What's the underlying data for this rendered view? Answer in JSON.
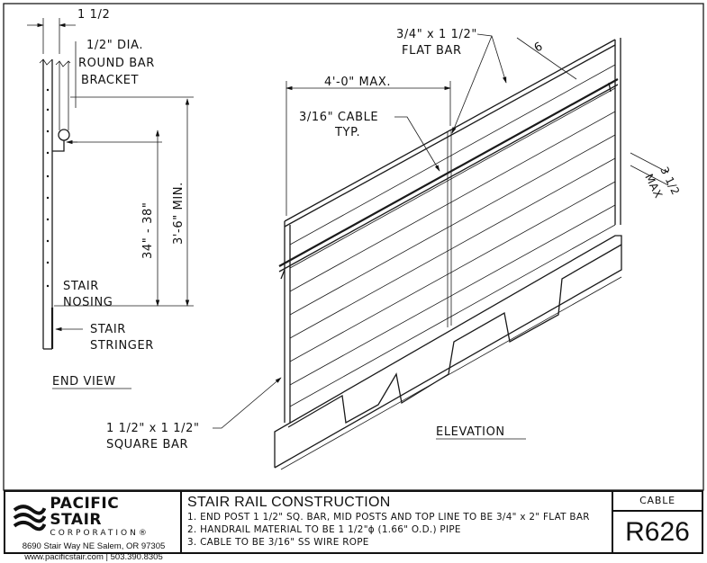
{
  "end_view": {
    "dim_top": "1 1/2",
    "bracket_label_1": "1/2\" DIA.",
    "bracket_label_2": "ROUND BAR",
    "bracket_label_3": "BRACKET",
    "dim_height_handrail": "34\" - 38\"",
    "dim_height_rail": "3'-6\" MIN.",
    "nosing_label_1": "STAIR",
    "nosing_label_2": "NOSING",
    "stringer_label_1": "STAIR",
    "stringer_label_2": "STRINGER",
    "view_title": "END VIEW"
  },
  "elevation": {
    "flat_bar_label_1": "3/4\" x 1 1/2\"",
    "flat_bar_label_2": "FLAT BAR",
    "dim_max_spacing": "4'-0\" MAX.",
    "cable_label_1": "3/16\" CABLE",
    "cable_label_2": "TYP.",
    "dim_cable_spacing_1": "3 1/2",
    "dim_cable_spacing_2": "MAX",
    "dim_small": "6",
    "square_bar_label_1": "1 1/2\" x 1 1/2\"",
    "square_bar_label_2": "SQUARE BAR",
    "view_title": "ELEVATION"
  },
  "title_block": {
    "company_name": "PACIFIC STAIR",
    "company_sub": "CORPORATION®",
    "address": "8690 Stair Way NE Salem, OR 97305",
    "contact": "www.pacificstair.com | 503.390.8305",
    "title": "STAIR RAIL CONSTRUCTION",
    "notes": [
      "1.  END POST 1 1/2\" SQ. BAR, MID POSTS AND TOP LINE TO BE 3/4\" x 2\" FLAT BAR",
      "2. HANDRAIL MATERIAL TO BE 1 1/2\"ϕ (1.66\" O.D.) PIPE",
      "3. CABLE TO BE 3/16\" SS WIRE ROPE"
    ],
    "category": "CABLE",
    "drawing_number": "R626"
  },
  "icons": {
    "logo": "pacific-stair-wave-logo",
    "arrowheads": "leader-arrow-icon"
  }
}
